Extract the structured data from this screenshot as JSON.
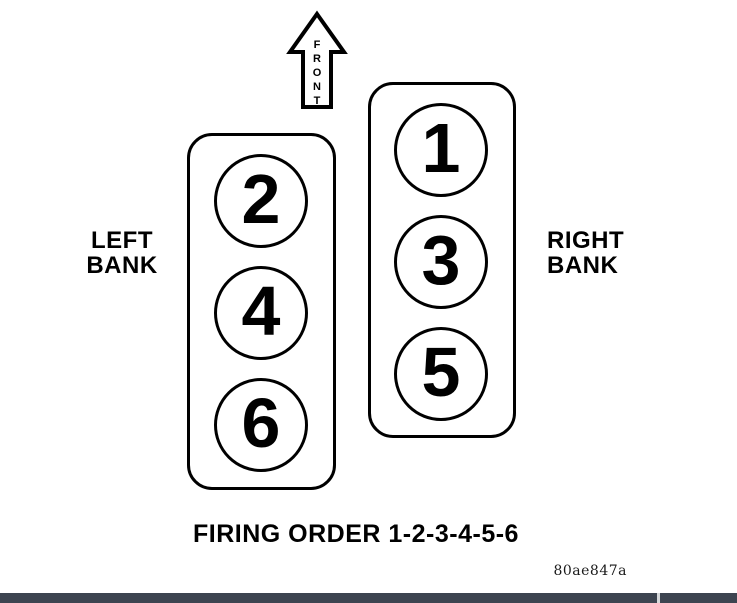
{
  "diagram": {
    "front_arrow_label": "FRONT",
    "left_bank": {
      "label": [
        "LEFT",
        "BANK"
      ],
      "cylinders": [
        "2",
        "4",
        "6"
      ]
    },
    "right_bank": {
      "label": [
        "RIGHT",
        "BANK"
      ],
      "cylinders": [
        "1",
        "3",
        "5"
      ]
    },
    "caption": "FIRING ORDER 1-2-3-4-5-6",
    "figure_code": "80ae847a"
  },
  "colors": {
    "line": "#000000",
    "background": "#ffffff",
    "bottom_bar": "#3d4450",
    "bottom_bar_divider": "#d6d8da"
  }
}
